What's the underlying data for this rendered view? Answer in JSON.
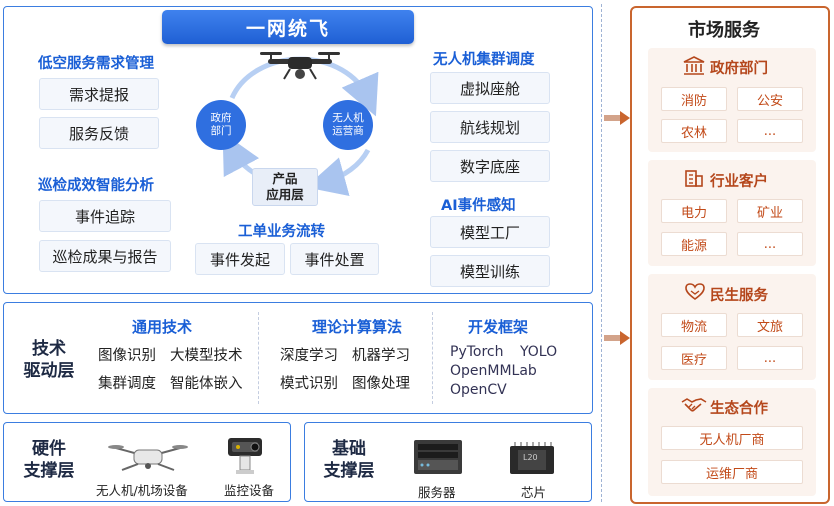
{
  "header_title": "一网统飞",
  "application": {
    "demand": {
      "title": "低空服务需求管理",
      "items": [
        "需求提报",
        "服务反馈"
      ]
    },
    "analysis": {
      "title": "巡检成效智能分析",
      "items": [
        "事件追踪",
        "巡检成果与报告"
      ]
    },
    "cycle": {
      "left": "政府\n部门",
      "right": "无人机\n运营商",
      "center": "产品\n应用层"
    },
    "workorder": {
      "title": "工单业务流转",
      "items": [
        "事件发起",
        "事件处置"
      ]
    },
    "cluster": {
      "title": "无人机集群调度",
      "items": [
        "虚拟座舱",
        "航线规划",
        "数字底座"
      ]
    },
    "ai": {
      "title": "AI事件感知",
      "items": [
        "模型工厂",
        "模型训练"
      ]
    }
  },
  "tech_layer": {
    "label": "技术\n驱动层",
    "general": {
      "title": "通用技术",
      "items": [
        "图像识别",
        "大模型技术",
        "集群调度",
        "智能体嵌入"
      ]
    },
    "theory": {
      "title": "理论计算算法",
      "items": [
        "深度学习",
        "机器学习",
        "模式识别",
        "图像处理"
      ]
    },
    "framework": {
      "title": "开发框架",
      "items": [
        "PyTorch",
        "YOLO",
        "OpenMMLab",
        "OpenCV"
      ]
    }
  },
  "hardware_layer": {
    "label": "硬件\n支撑层",
    "items": [
      "无人机/机场设备",
      "监控设备"
    ]
  },
  "base_layer": {
    "label": "基础\n支撑层",
    "items": [
      "服务器",
      "芯片"
    ],
    "chip_text": "L20"
  },
  "market": {
    "title": "市场服务",
    "gov": {
      "title": "政府部门",
      "icon": "government-building-icon",
      "items": [
        "消防",
        "公安",
        "农林",
        "..."
      ]
    },
    "industry": {
      "title": "行业客户",
      "icon": "office-building-icon",
      "items": [
        "电力",
        "矿业",
        "能源",
        "..."
      ]
    },
    "livelihood": {
      "title": "民生服务",
      "icon": "heart-hand-icon",
      "items": [
        "物流",
        "文旅",
        "医疗",
        "..."
      ]
    },
    "ecology": {
      "title": "生态合作",
      "icon": "handshake-icon",
      "items": [
        "无人机厂商",
        "运维厂商"
      ]
    }
  },
  "colors": {
    "primary_blue": "#2f6fe0",
    "market_orange": "#c9652e",
    "market_bg": "#fbf3ee"
  }
}
